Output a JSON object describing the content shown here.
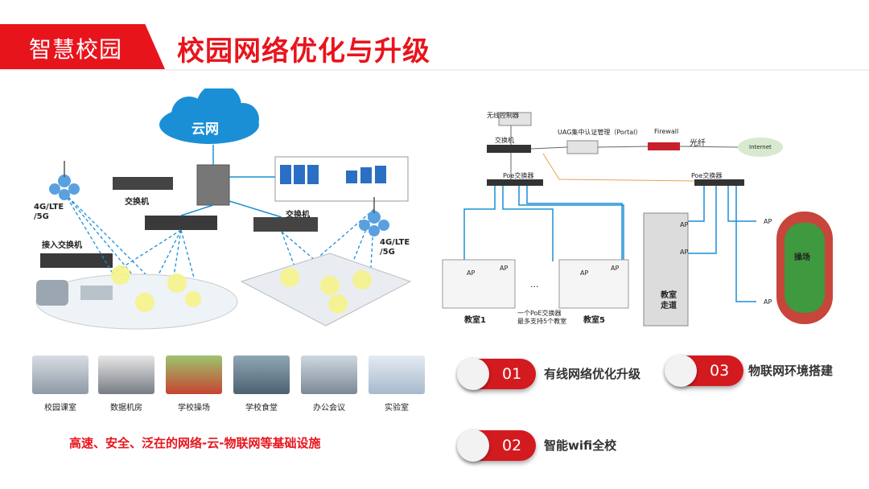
{
  "header": {
    "tag": "智慧校园",
    "title": "校园网络优化与升级"
  },
  "left_diagram": {
    "cloud": "云网",
    "switch_top": "交换机",
    "switch_mid": "交换机",
    "access_switch": "接入交换机",
    "cell_left": [
      "4G/LTE",
      "/5G"
    ],
    "cell_right": [
      "4G/LTE",
      "/5G"
    ]
  },
  "photos": [
    "校园课室",
    "数据机房",
    "学校操场",
    "学校食堂",
    "办公会议",
    "实验室"
  ],
  "tagline": "高速、安全、泛在的网络-云-物联网等基础设施",
  "right_diagram": {
    "wireless_controller": "无线控制器",
    "switch": "交换机",
    "uag": "UAG集中认证管理（Portal）",
    "firewall": "Firewall",
    "fiber": "光纤",
    "internet": "Internet",
    "poe_left": "Poe交换器",
    "poe_right": "Poe交换器",
    "ap": "AP",
    "classroom1": "教室1",
    "classroom5": "教室5",
    "ellipsis": "...",
    "poe_note": [
      "一个PoE交换器",
      "最多支持5个教室"
    ],
    "corridor": [
      "教室",
      "走道"
    ],
    "field": "操场"
  },
  "features": [
    {
      "num": "01",
      "label": "有线网络优化升级"
    },
    {
      "num": "02",
      "label": "智能wifi全校"
    },
    {
      "num": "03",
      "label": "物联网环境搭建"
    }
  ],
  "colors": {
    "brand": "#e8141c",
    "pill": "#d31a1f"
  }
}
